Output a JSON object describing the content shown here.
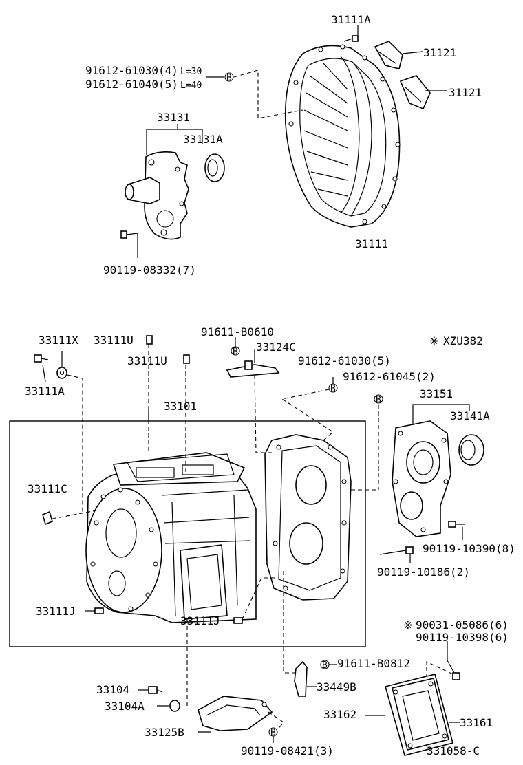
{
  "labels": {
    "p31111a": "31111A",
    "p31121a": "31121",
    "p31121b": "31121",
    "bolt_a": "91612-61030(4)",
    "bolt_a_len": "L=30",
    "bolt_b": "91612-61040(5)",
    "bolt_b_len": "L=40",
    "p33131": "33131",
    "p33131a": "33131A",
    "p31111": "31111",
    "bolt_c": "90119-08332(7)",
    "p33111x": "33111X",
    "p33111u_a": "33111U",
    "p33111a": "33111A",
    "p33111u_b": "33111U",
    "p91611b0610": "91611-B0610",
    "p33124c": "33124C",
    "note_xzu": "XZU382",
    "note_mark": "※",
    "bolt_d": "91612-61030(5)",
    "bolt_e": "91612-61045(2)",
    "p33101": "33101",
    "p33151": "33151",
    "p33141a": "33141A",
    "p33111c": "33111C",
    "bolt_f": "90119-10390(8)",
    "bolt_g": "90119-10186(2)",
    "p33111j_a": "33111J",
    "p33111j_b": "33111J",
    "bolt_h": "90031-05086(6)",
    "bolt_h_mark": "※",
    "bolt_i": "90119-10398(6)",
    "p91611b0812": "91611-B0812",
    "p33449b": "33449B",
    "p33104": "33104",
    "p33104a": "33104A",
    "p33162": "33162",
    "p33161": "33161",
    "p33125b": "33125B",
    "bolt_j": "90119-08421(3)",
    "catalog": "331058-C",
    "marker_b": "B"
  }
}
